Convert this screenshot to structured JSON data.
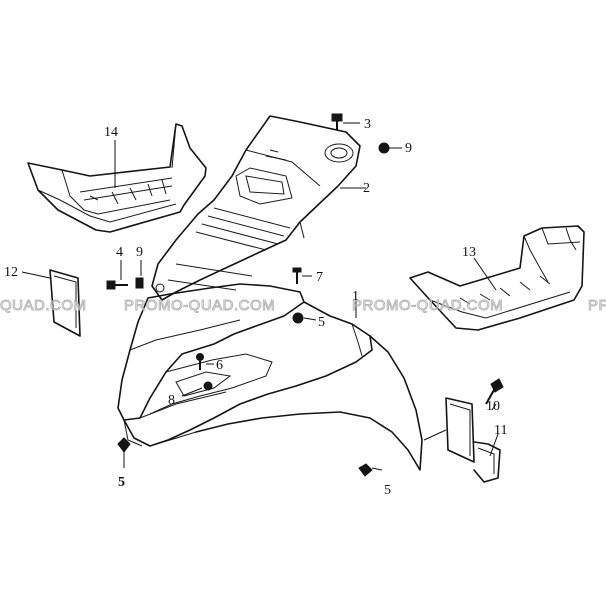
{
  "watermark": {
    "left": "QUAD.COM",
    "center": "PROMO-QUAD.COM",
    "right": "PROMO-QUAD.COM",
    "right_edge": "PF"
  },
  "callouts": {
    "c1": "1",
    "c2": "2",
    "c3": "3",
    "c4": "4",
    "c5a": "5",
    "c5b": "5",
    "c5c": "5",
    "c6": "6",
    "c7": "7",
    "c8": "8",
    "c9a": "9",
    "c9b": "9",
    "c10": "10",
    "c11": "11",
    "c12": "12",
    "c13": "13",
    "c14": "14"
  },
  "colors": {
    "ink": "#141414",
    "watermark": "#b8b8b8",
    "background": "#ffffff"
  }
}
